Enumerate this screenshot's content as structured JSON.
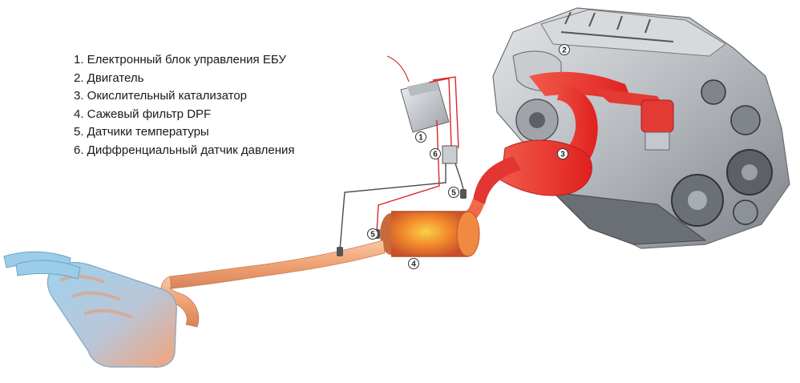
{
  "legend": {
    "items": [
      "1. Електронный блок управления ЕБУ",
      "2. Двигатель",
      "3. Окислительный катализатор",
      "4. Сажевый фильтр DPF",
      "5. Датчики температуры",
      "6. Диффренциальный датчик давления"
    ]
  },
  "callouts": {
    "ecu": "1",
    "engine": "2",
    "catalyst": "3",
    "dpf": "4",
    "temp_sensor_front": "5",
    "temp_sensor_rear": "5",
    "pressure_sensor": "6"
  },
  "colors": {
    "hot_exhaust": "#e8322e",
    "dpf_core": "#f07a2a",
    "warm_pipe": "#f0a679",
    "cool_muffler": "#8fc7e8",
    "engine_metal": "#b9bdc2",
    "wire": "#4a4a4a",
    "signal_wire": "#d8282a"
  }
}
